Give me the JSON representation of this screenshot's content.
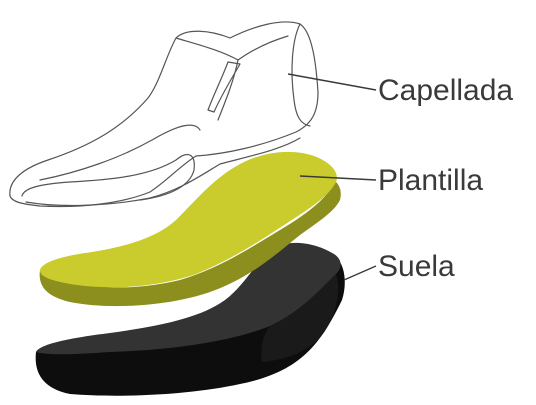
{
  "labels": {
    "upper": "Capellada",
    "insole": "Plantilla",
    "sole": "Suela"
  },
  "colors": {
    "upper_outline": "#555555",
    "upper_fill": "#ffffff",
    "insole_top": "#c9cc2c",
    "insole_edge": "#8c8f1e",
    "sole_top": "#333333",
    "sole_side": "#0d0d0d",
    "text": "#3a3a3a"
  }
}
